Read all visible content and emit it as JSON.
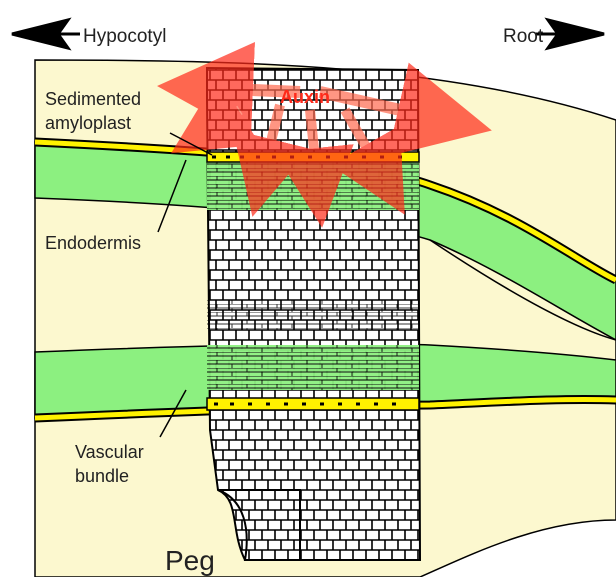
{
  "labels": {
    "hypocotyl": "Hypocotyl",
    "root": "Root",
    "sedimented_line1": "Sedimented",
    "sedimented_line2": "amyloplast",
    "auxin": "Auxin",
    "endodermis": "Endodermis",
    "vascular_line1": "Vascular",
    "vascular_line2": "bundle",
    "peg": "Peg"
  },
  "colors": {
    "cortex": "#fcf8cf",
    "vascular": "#8cf080",
    "endodermis_band": "#fff200",
    "auxin": "#ff2a1a",
    "outline": "#000000"
  },
  "icons": {
    "left_arrow": "arrow-left-icon",
    "right_arrow": "arrow-right-icon"
  }
}
